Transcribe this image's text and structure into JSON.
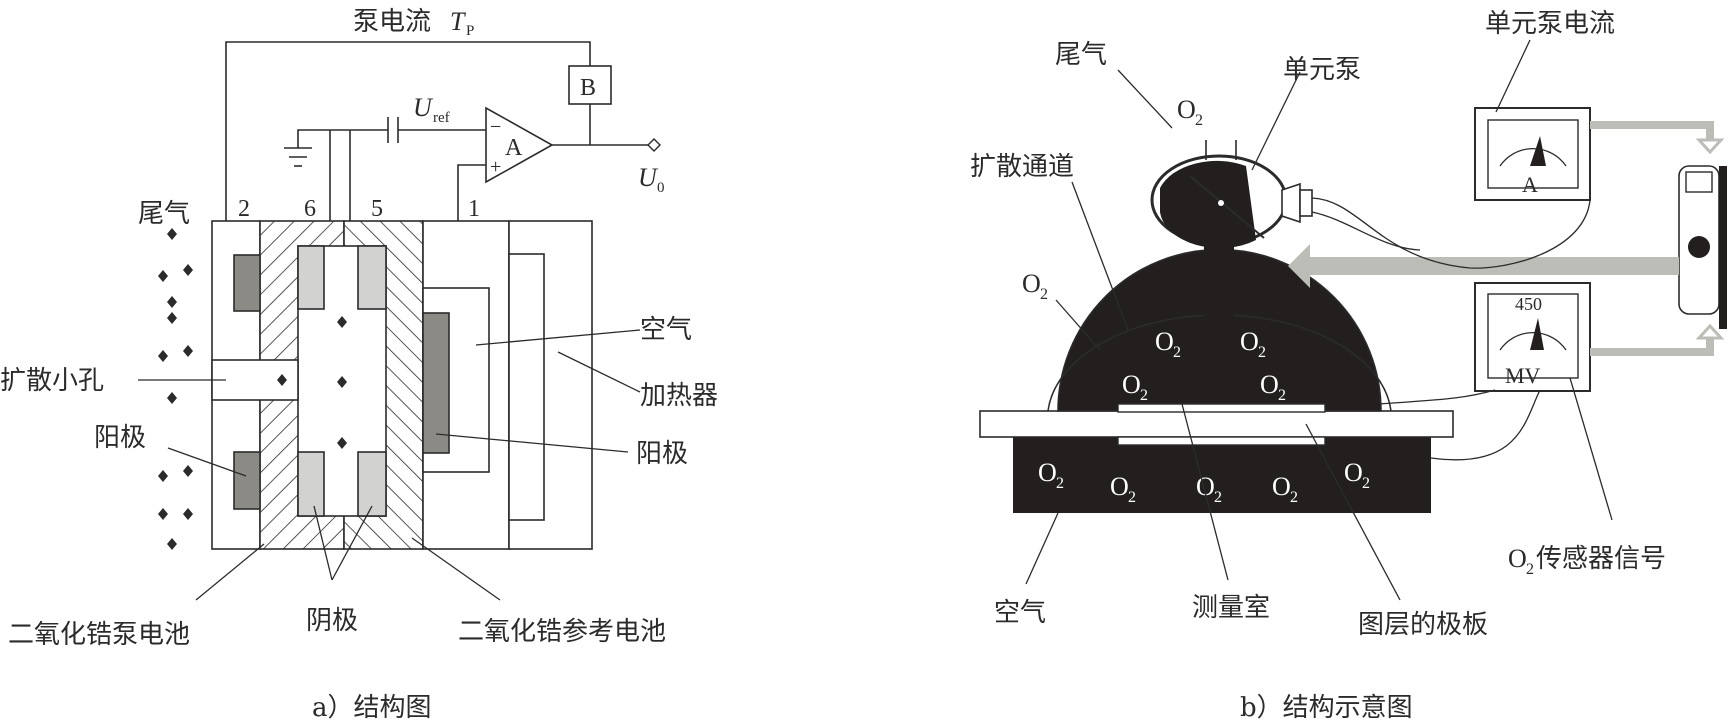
{
  "left_diagram": {
    "pump_current": "泵电流",
    "pump_current_symbol": "T",
    "pump_current_subscript": "P",
    "box_b": "B",
    "amp_a": "A",
    "amp_minus": "−",
    "amp_plus": "+",
    "uref_symbol": "U",
    "uref_subscript": "ref",
    "u0_symbol": "U",
    "u0_subscript": "0",
    "exhaust": "尾气",
    "num_2": "2",
    "num_6": "6",
    "num_5": "5",
    "num_1": "1",
    "air": "空气",
    "diffusion_hole": "扩散小孔",
    "heater": "加热器",
    "anode_left": "阳极",
    "anode_right": "阳极",
    "cathode": "阴极",
    "pump_cell": "二氧化锆泵电池",
    "reference_cell": "二氧化锆参考电池",
    "caption": "a）结构图"
  },
  "right_diagram": {
    "exhaust": "尾气",
    "unit_pump": "单元泵",
    "unit_pump_current": "单元泵电流",
    "diffusion_channel": "扩散通道",
    "o2_main": "O",
    "o2_sub": "2",
    "meter_a": "A",
    "meter_450": "450",
    "meter_mv": "MV",
    "air": "空气",
    "measuring_chamber": "测量室",
    "plate": "图层的极板",
    "sensor_signal_main": "O",
    "sensor_signal_sub": "2",
    "sensor_signal_rest": "传感器信号",
    "caption": "b）结构示意图"
  },
  "colors": {
    "ink": "#2b2b2b",
    "dark_fill": "#231f1f",
    "gray_block": "#8c8a84",
    "light_block": "#d2d2d0",
    "arrow_gray": "#bdbdb8"
  }
}
